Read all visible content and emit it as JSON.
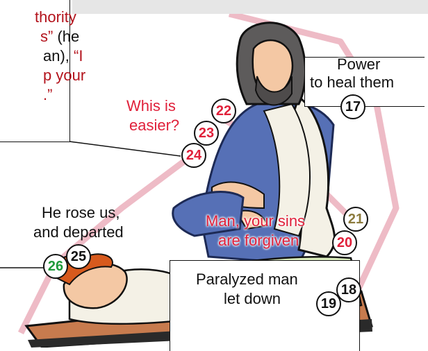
{
  "quote": {
    "lines": [
      "thority",
      "s”",
      "(he",
      "an),",
      "“I",
      "p your",
      ".”"
    ]
  },
  "labels": {
    "power": [
      "Power",
      "to heal them"
    ],
    "question": [
      "Whis is",
      "easier?"
    ],
    "rose": [
      "He rose us,",
      "and departed"
    ],
    "forgiven": [
      "Man, your sins",
      "are forgiven"
    ],
    "paralyzed": [
      "Paralyzed man",
      "let down"
    ]
  },
  "steps": {
    "17": "17",
    "18": "18",
    "19": "19",
    "20": "20",
    "21": "21",
    "22": "22",
    "23": "23",
    "24": "24",
    "25": "25",
    "26": "26"
  },
  "colors": {
    "emphasis_red": "#e0203a",
    "quote_red": "#b3131c",
    "path_pink": "#eebbc6",
    "step_21": "#8c7b3d",
    "step_26": "#1f9a3a"
  }
}
